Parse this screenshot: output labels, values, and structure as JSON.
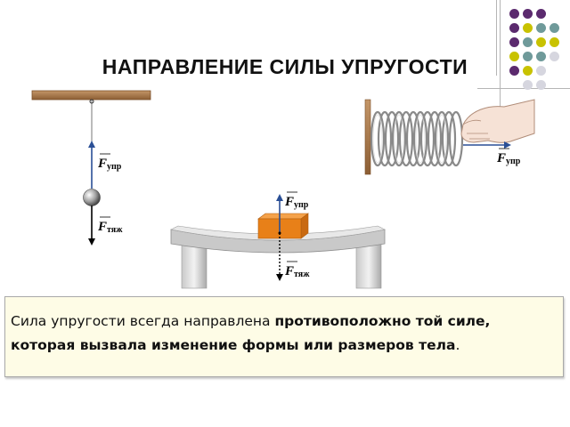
{
  "slide": {
    "title": "НАПРАВЛЕНИЕ СИЛЫ УПРУГОСТИ"
  },
  "labels": {
    "elastic_force": {
      "symbol": "F",
      "subscript": "упр"
    },
    "gravity_force": {
      "symbol": "F",
      "subscript": "тяж"
    }
  },
  "statement": {
    "plain": "Сила упругости всегда направлена ",
    "bold": "противоположно той силе, которая вызвала изменение формы или размеров тела",
    "end": "."
  },
  "colors": {
    "purple": "#5b2a6e",
    "olive": "#c8c200",
    "teal": "#6f9a9a",
    "gray": "#d6d6df",
    "arrow_blue": "#2a4f96",
    "block": "#e88018",
    "wood": "#a8764a"
  },
  "icons": [
    "spring-icon",
    "hand-icon",
    "ball-icon",
    "beam-icon",
    "block-icon"
  ]
}
